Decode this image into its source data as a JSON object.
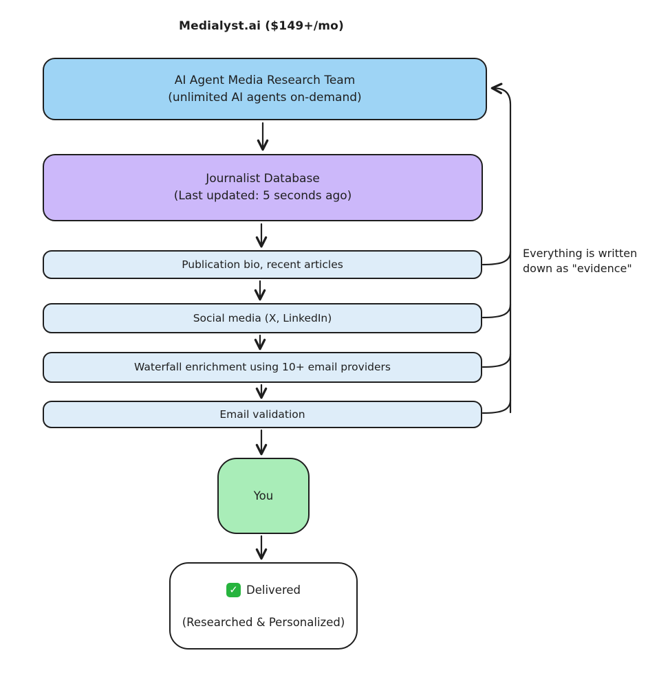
{
  "title": "Medialyst.ai ($149+/mo)",
  "colors": {
    "blue": "#9ed4f5",
    "purple": "#ccb8fa",
    "light_blue": "#deedf9",
    "green": "#a9edb8",
    "stroke": "#1e1e1e",
    "white": "#ffffff",
    "check_green": "#27b43e"
  },
  "nodes": {
    "research_team": {
      "line1": "AI Agent Media Research Team",
      "line2": "(unlimited AI agents on-demand)"
    },
    "journalist_db": {
      "line1": "Journalist Database",
      "line2": "(Last updated: 5 seconds ago)"
    },
    "publication_bio": {
      "label": "Publication bio, recent articles"
    },
    "social_media": {
      "label": "Social media (X, LinkedIn)"
    },
    "waterfall_enrichment": {
      "label": "Waterfall enrichment using 10+ email providers"
    },
    "email_validation": {
      "label": "Email validation"
    },
    "you": {
      "label": "You"
    },
    "delivered": {
      "check_icon": "✓",
      "line1": "Delivered",
      "line2": "(Researched & Personalized)"
    }
  },
  "annotation": {
    "line1": "Everything is written",
    "line2": "down as \"evidence\""
  }
}
